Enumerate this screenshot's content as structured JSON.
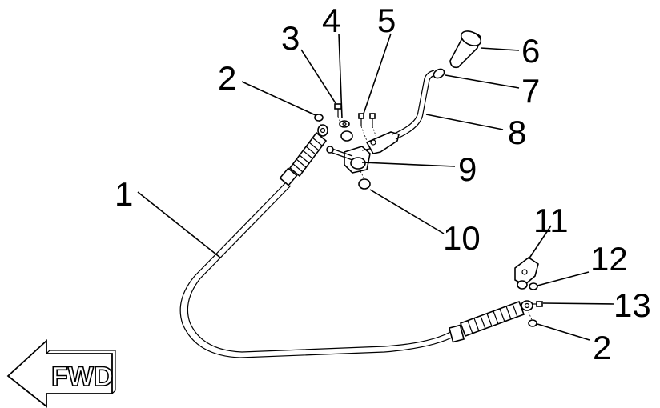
{
  "fwd_label": "FWD",
  "callouts": {
    "c1": "1",
    "c2a": "2",
    "c3": "3",
    "c4": "4",
    "c5": "5",
    "c6": "6",
    "c7": "7",
    "c8": "8",
    "c9": "9",
    "c10": "10",
    "c11": "11",
    "c12": "12",
    "c13": "13",
    "c2b": "2"
  }
}
